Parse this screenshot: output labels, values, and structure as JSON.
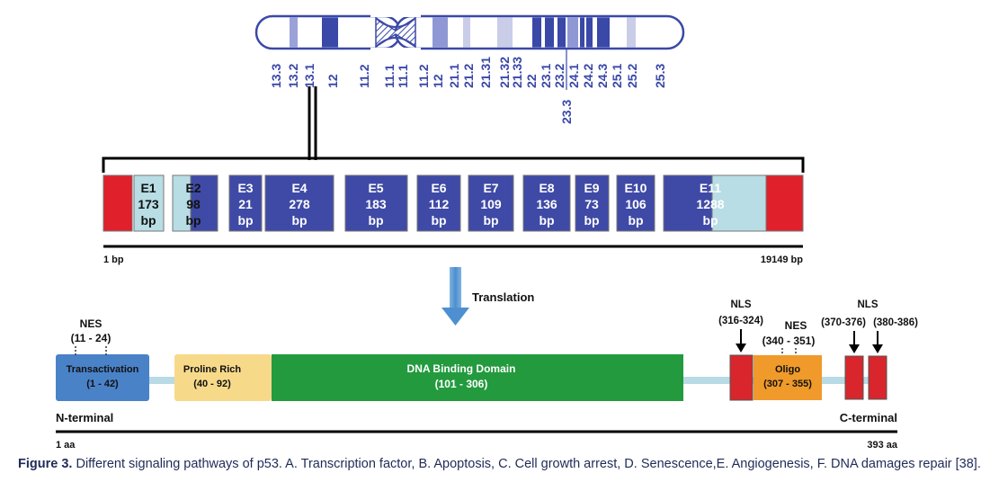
{
  "chromosome": {
    "bands_left": [
      "13.3",
      "13.2",
      "13.1",
      "12",
      "11.2",
      "11.1"
    ],
    "bands_right": [
      "11.1",
      "11.2",
      "12",
      "21.1",
      "21.2",
      "21.31",
      "21.32",
      "21.33",
      "22",
      "23.1",
      "23.2",
      "23.3",
      "24.1",
      "24.2",
      "24.3",
      "25.1",
      "25.2",
      "25.3"
    ]
  },
  "gene": {
    "exons": [
      {
        "label": "E1",
        "size": "173",
        "unit": "bp"
      },
      {
        "label": "E2",
        "size": "98",
        "unit": "bp"
      },
      {
        "label": "E3",
        "size": "21",
        "unit": "bp"
      },
      {
        "label": "E4",
        "size": "278",
        "unit": "bp"
      },
      {
        "label": "E5",
        "size": "183",
        "unit": "bp"
      },
      {
        "label": "E6",
        "size": "112",
        "unit": "bp"
      },
      {
        "label": "E7",
        "size": "109",
        "unit": "bp"
      },
      {
        "label": "E8",
        "size": "136",
        "unit": "bp"
      },
      {
        "label": "E9",
        "size": "73",
        "unit": "bp"
      },
      {
        "label": "E10",
        "size": "106",
        "unit": "bp"
      },
      {
        "label": "E11",
        "size": "1288",
        "unit": "bp"
      }
    ],
    "start_label": "1 bp",
    "end_label": "19149 bp"
  },
  "translation_label": "Translation",
  "protein": {
    "domains": [
      {
        "name": "Transactivation",
        "range": "(1 - 42)"
      },
      {
        "name": "Proline Rich",
        "range": "(40 - 92)"
      },
      {
        "name": "DNA Binding Domain",
        "range": "(101 - 306)"
      },
      {
        "name": "Oligo",
        "range": "(307 - 355)"
      }
    ],
    "nes1": {
      "label": "NES",
      "range": "(11 - 24)"
    },
    "nes2": {
      "label": "NES",
      "range": "(340 - 351)"
    },
    "nls1": {
      "label": "NLS",
      "range": "(316-324)"
    },
    "nls2": {
      "label": "NLS",
      "range": "(370-376)",
      "range2": "(380-386)"
    },
    "n_terminal": "N-terminal",
    "c_terminal": "C-terminal",
    "start_label": "1 aa",
    "end_label": "393 aa"
  },
  "caption": {
    "figure_label": "Figure 3.",
    "text": " Different signaling pathways of p53. A. Transcription factor, B. Apoptosis, C. Cell growth arrest, D. Senescence,E. Angiogenesis, F. DNA damages repair [38]."
  },
  "colors": {
    "band_dark": "#3a48a8",
    "band_mid": "#8f98d4",
    "band_light": "#c9cde8",
    "exon_blue": "#3f4aa6",
    "exon_light": "#b8dde4",
    "utr_red": "#e0202a",
    "transactivation": "#4a82c8",
    "proline": "#f7d98a",
    "dna_binding": "#239a3e",
    "oligo": "#ef9a2a",
    "nls_red": "#d8262c",
    "backbone": "#b9dbe5",
    "arrow": "#5b9bd5"
  }
}
